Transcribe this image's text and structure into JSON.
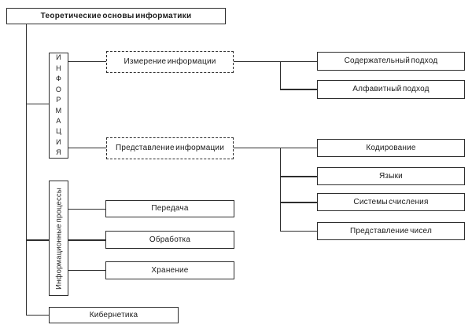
{
  "colors": {
    "border": "#2e2e2e",
    "text": "#1a1a1a",
    "background": "#ffffff"
  },
  "diagram": {
    "type": "hierarchy-flowchart",
    "title": "Теоретические основы информатики",
    "nodes": {
      "information_vertical": "И\nН\nФ\nО\nР\nМ\nА\nЦ\nИ\nЯ",
      "information": "ИНФОРМАЦИЯ",
      "measurement": "Измерение информации",
      "content_approach": "Содержательный подход",
      "alphabet_approach": "Алфавитный подход",
      "representation": "Представление информации",
      "coding": "Кодирование",
      "languages": "Языки",
      "number_systems": "Системы счисления",
      "number_representation": "Представление чисел",
      "info_processes": "Информационные процессы",
      "transfer": "Передача",
      "processing": "Обработка",
      "storage": "Хранение",
      "cybernetics": "Кибернетика"
    },
    "structure": {
      "root": "Теоретические основы информатики",
      "children": [
        {
          "label": "ИНФОРМАЦИЯ",
          "children": [
            {
              "label": "Измерение информации",
              "style": "dashed",
              "children": [
                "Содержательный подход",
                "Алфавитный подход"
              ]
            },
            {
              "label": "Представление информации",
              "style": "dashed",
              "children": [
                "Кодирование",
                "Языки",
                "Системы счисления",
                "Представление чисел"
              ]
            }
          ]
        },
        {
          "label": "Информационные процессы",
          "children": [
            "Передача",
            "Обработка",
            "Хранение"
          ]
        },
        {
          "label": "Кибернетика",
          "children": []
        }
      ]
    }
  }
}
